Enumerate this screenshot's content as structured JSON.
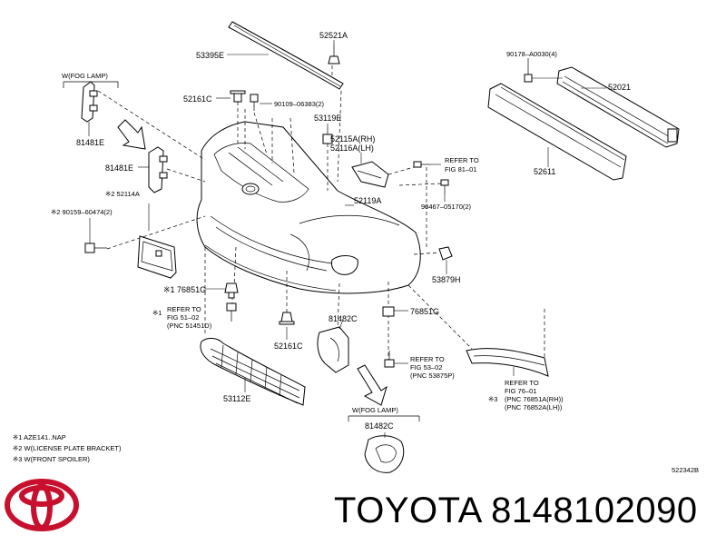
{
  "labels": {
    "p53395e": "53395E",
    "p52521a": "52521A",
    "p90178": "90178–A0030(4)",
    "p52021": "52021",
    "w_fog_top": "W(FOG LAMP)",
    "p52161c_top": "52161C",
    "p90109": "90109–06383(2)",
    "p53119e": "53119E",
    "p52115a": "52115A(RH)",
    "p52116a": "52116A(LH)",
    "p81481e_a": "81481E",
    "p81481e_b": "81481E",
    "refer81_1": "REFER TO",
    "refer81_2": "FIG 81–01",
    "p52611": "52611",
    "p52114a": "※2 52114A",
    "p90159": "※2 90159–60474(2)",
    "p52119a": "52119A",
    "p90467": "90467–05170(2)",
    "p53879h": "53879H",
    "p76851g_left": "※1 76851G",
    "p76851g_right": "76851G",
    "refer51_1": "REFER TO",
    "refer51_2": "FIG 51–02",
    "refer51_3": "(PNC 51451D)",
    "refer51_mark": "※1",
    "p81482c_mid": "81482C",
    "p52161c_bot": "52161C",
    "refer53_1": "REFER TO",
    "refer53_2": "FIG 53–02",
    "refer53_3": "(PNC 53875P)",
    "p53112e": "53112E",
    "refer76_1": "REFER TO",
    "refer76_2": "FIG 76–01",
    "refer76_3": "(PNC 76851A(RH))",
    "refer76_4": "(PNC 76852A(LH))",
    "refer76_mark": "※3",
    "w_fog_bot": "W(FOG LAMP)",
    "p81482c_bot": "81482C"
  },
  "notes": [
    "※1 AZE141..NAP",
    "※2 W(LICENSE PLATE BRACKET)",
    "※3 W(FRONT SPOILER)"
  ],
  "diagram_code": "522342B",
  "brand": {
    "name": "TOYOTA 8148102090",
    "logo": "toyota-logo",
    "logo_color": "#c8102e"
  }
}
